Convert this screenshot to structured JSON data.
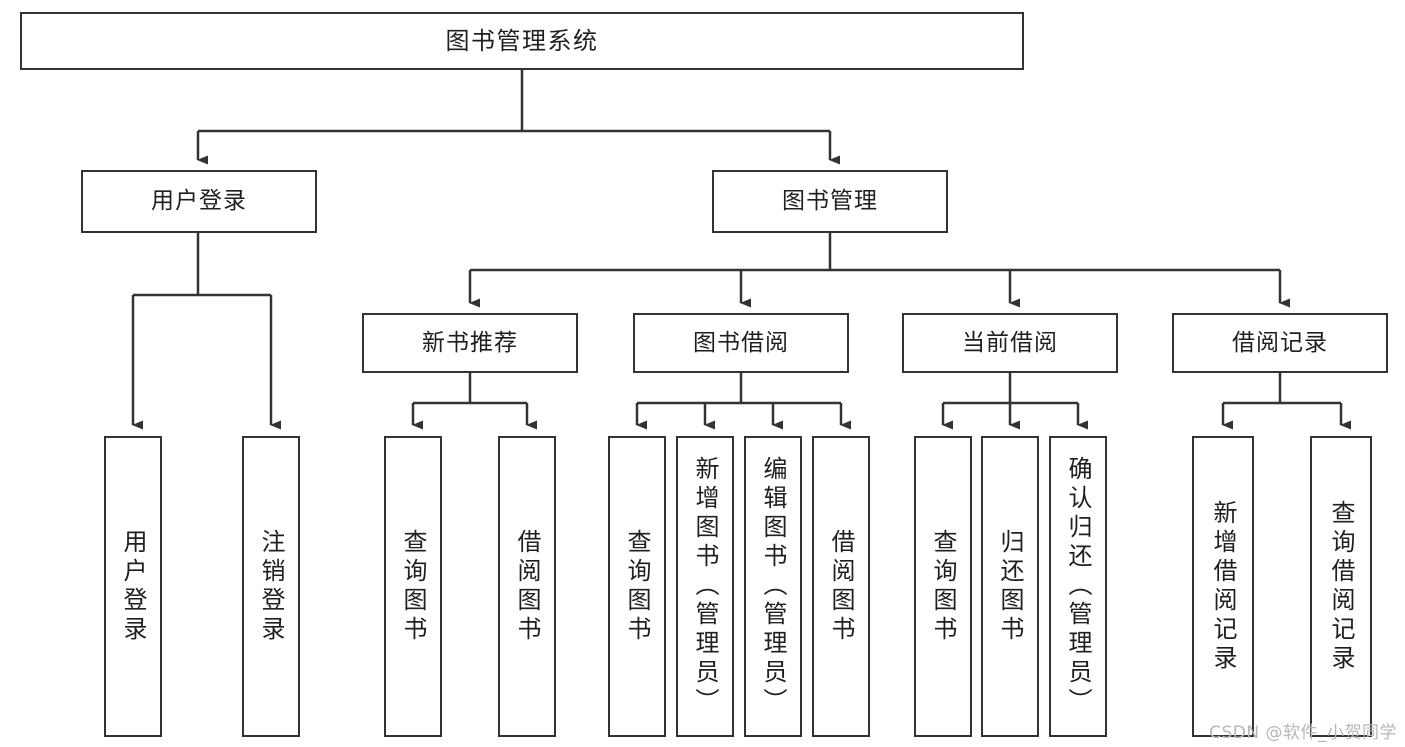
{
  "diagram": {
    "title": "图书管理系统",
    "watermark": "CSDN @软件_小贺同学",
    "colors": {
      "box_border": "#333333",
      "box_fill": "#ffffff",
      "edge": "#333333",
      "text": "#1f1f1f",
      "watermark": "#b7b7b7"
    },
    "nodes": {
      "root": "图书管理系统",
      "level2": {
        "user_login": "用户登录",
        "book_manage": "图书管理"
      },
      "level3": {
        "new_book_recommend": "新书推荐",
        "book_borrow": "图书借阅",
        "current_borrow": "当前借阅",
        "borrow_record": "借阅记录"
      },
      "leaves": {
        "user_login_children": [
          "用户登录",
          "注销登录"
        ],
        "new_book_recommend_children": [
          "查询图书",
          "借阅图书"
        ],
        "book_borrow_children": [
          "查询图书",
          "新增图书（管理员）",
          "编辑图书（管理员）",
          "借阅图书"
        ],
        "current_borrow_children": [
          "查询图书",
          "归还图书",
          "确认归还（管理员）"
        ],
        "borrow_record_children": [
          "新增借阅记录",
          "查询借阅记录"
        ]
      }
    }
  }
}
